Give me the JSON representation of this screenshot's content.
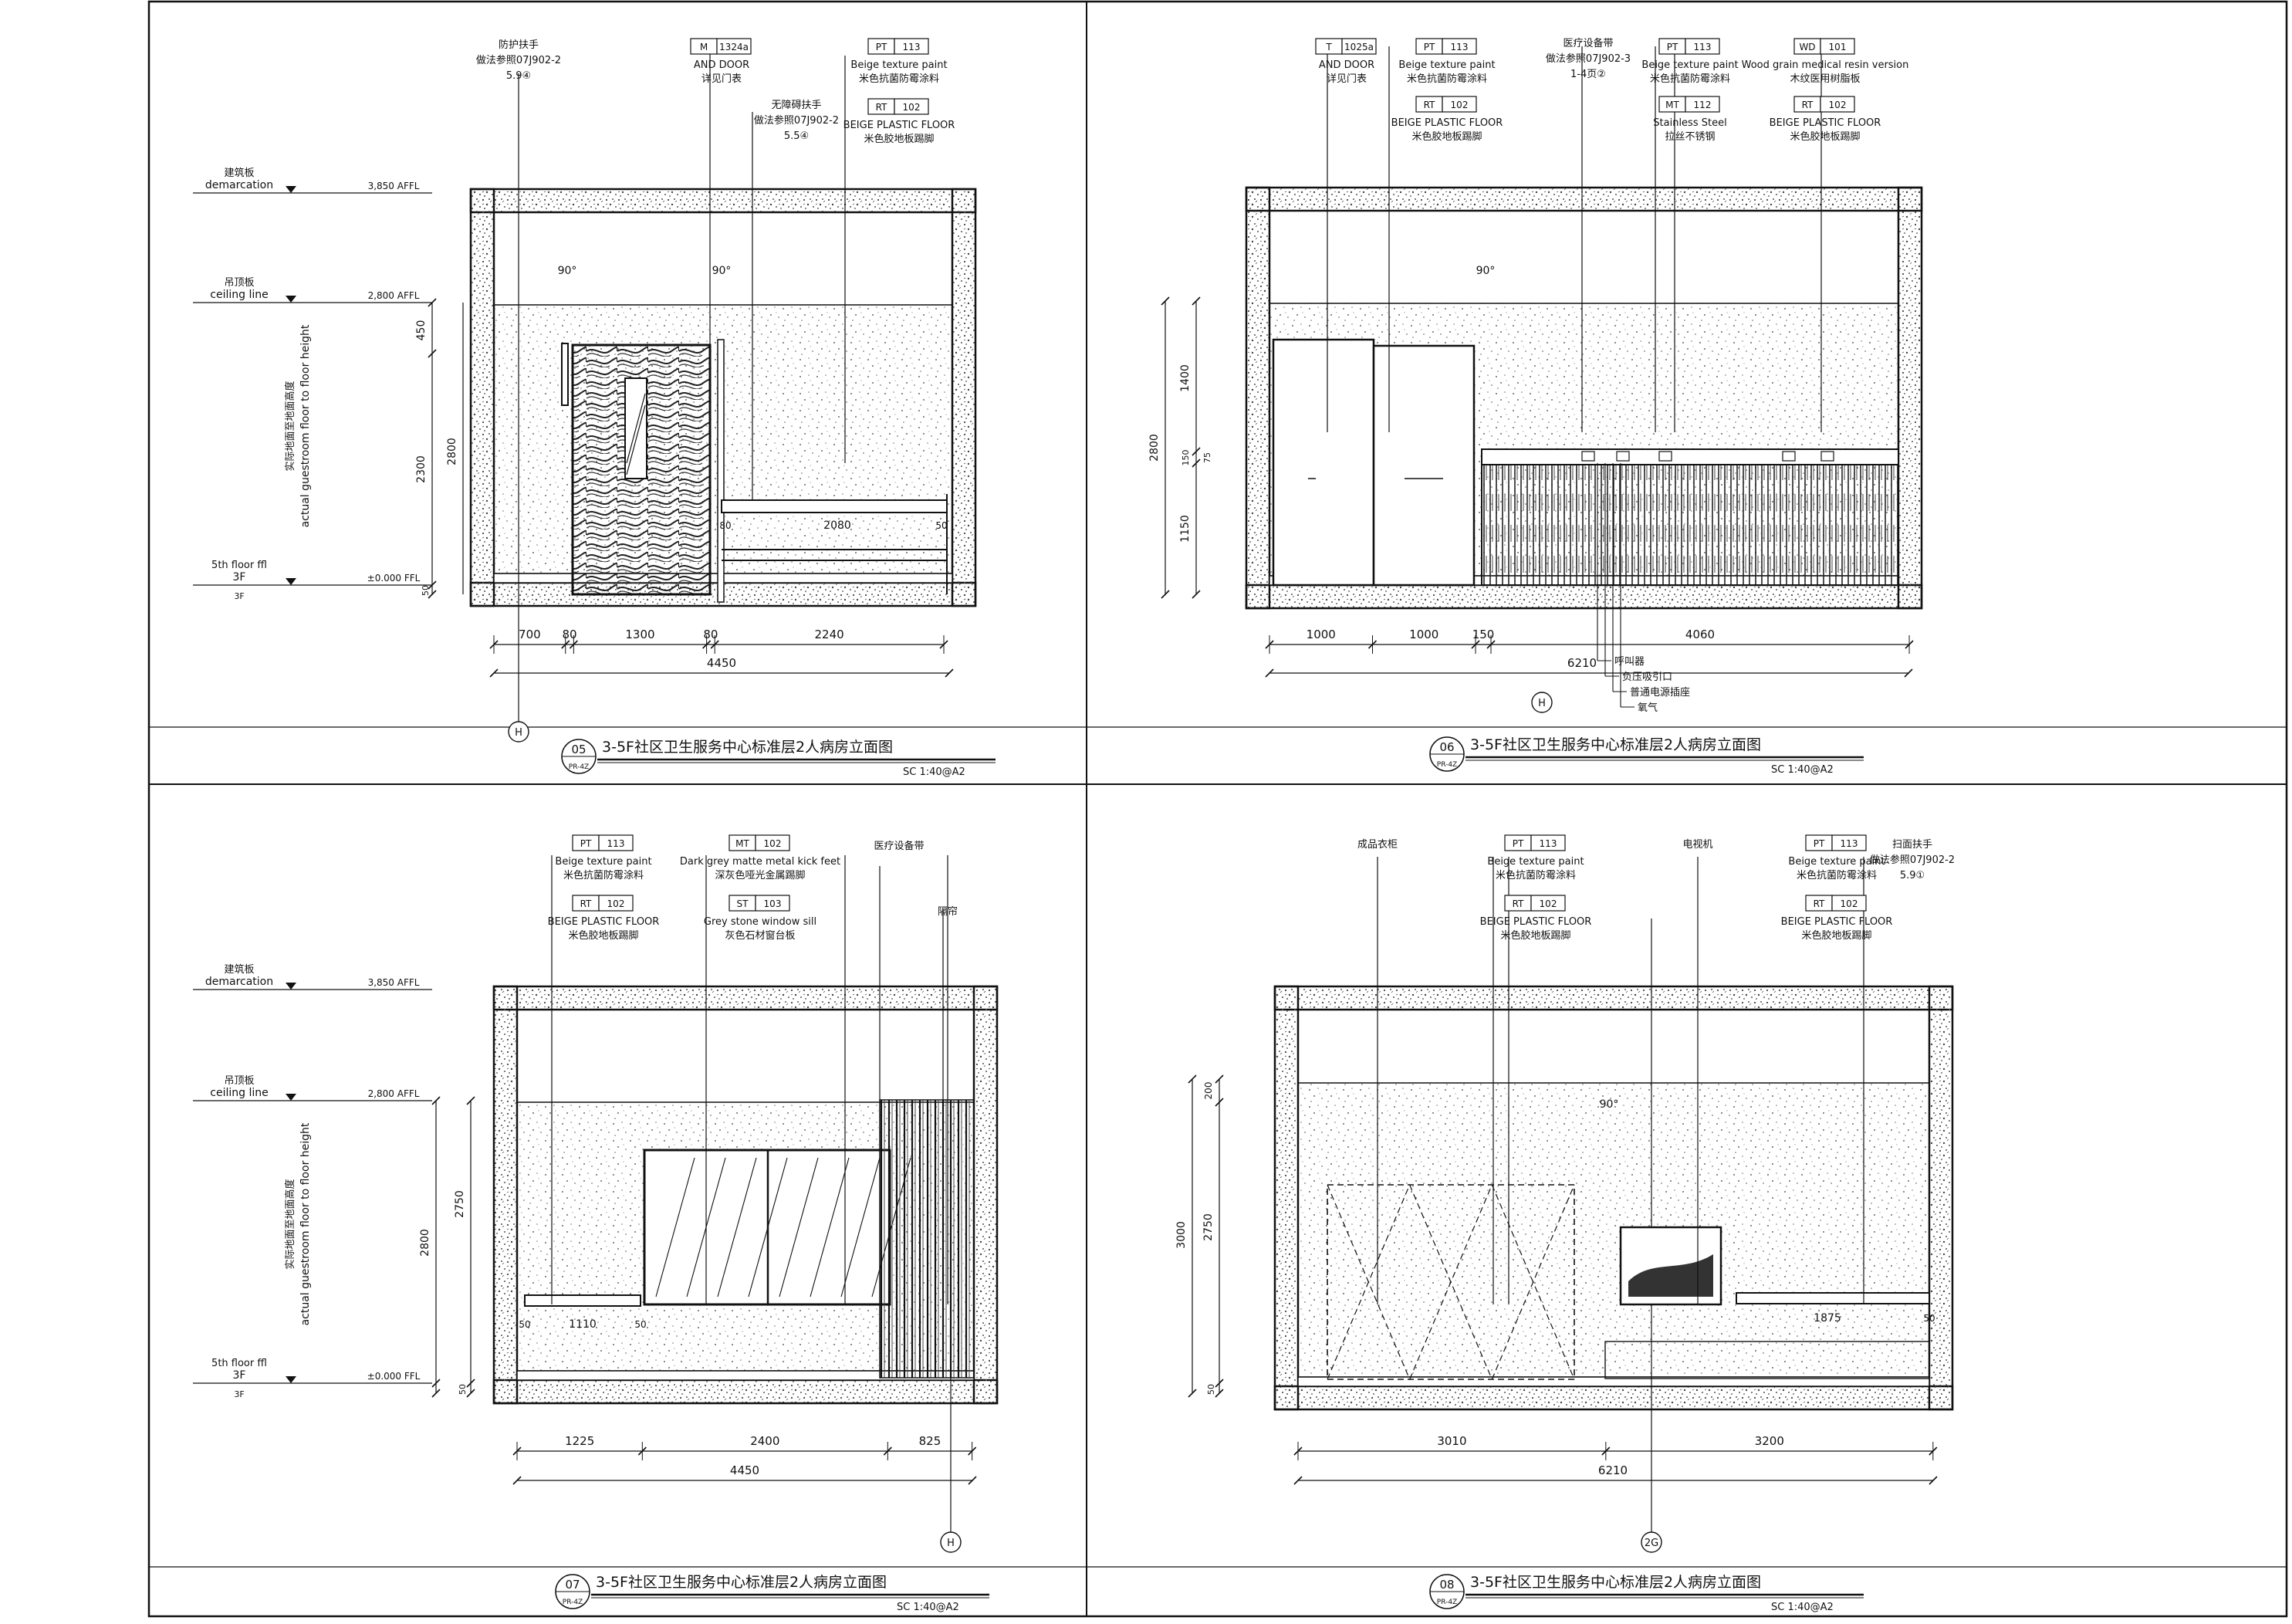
{
  "panels": [
    {
      "number": "05",
      "sheet_ref": "PR-4Z",
      "title": "3-5F社区卫生服务中心标准层2人病房立面图",
      "scale": "SC  1:40@A2",
      "tags": [
        {
          "code": "PT",
          "num": "113",
          "lines": [
            "Beige texture paint",
            "米色抗菌防霉涂料"
          ]
        },
        {
          "code": "RT",
          "num": "102",
          "lines": [
            "BEIGE PLASTIC FLOOR",
            "米色胶地板踢脚"
          ]
        },
        {
          "code": "M",
          "num": "1324a",
          "lines": [
            "AND DOOR",
            "详见门表"
          ]
        }
      ],
      "notes": [
        {
          "text": [
            "防护扶手",
            "做法参照07J902-2",
            "5.9④"
          ]
        },
        {
          "text": [
            "无障碍扶手",
            "做法参照07J902-2",
            "5.5④"
          ]
        }
      ],
      "levels": [
        {
          "label": "建筑板",
          "sub": "demarcation",
          "value": "3,850 AFFL"
        },
        {
          "label": "吊顶板",
          "sub": "ceiling line",
          "value": "2,800 AFFL"
        },
        {
          "label": "5th floor ffl",
          "sub": "3F",
          "value": "±0.000 FFL"
        }
      ],
      "height_note": [
        "实际地面至地面高度",
        "actual guestroom floor to floor height"
      ],
      "vdims": [
        "450",
        "2300",
        "2800",
        "50"
      ],
      "hdims": [
        "700",
        "80",
        "1300",
        "80",
        "2240"
      ],
      "total": "4450",
      "inner_dims": [
        "2080",
        "80",
        "50"
      ],
      "angles": [
        "90°",
        "90°"
      ],
      "grid": "H"
    },
    {
      "number": "06",
      "sheet_ref": "PR-4Z",
      "title": "3-5F社区卫生服务中心标准层2人病房立面图",
      "scale": "SC  1:40@A2",
      "tags": [
        {
          "code": "T",
          "num": "1025a",
          "lines": [
            "AND DOOR",
            "详见门表"
          ]
        },
        {
          "code": "PT",
          "num": "113",
          "lines": [
            "Beige texture paint",
            "米色抗菌防霉涂料"
          ]
        },
        {
          "code": "RT",
          "num": "102",
          "lines": [
            "BEIGE PLASTIC FLOOR",
            "米色胶地板踢脚"
          ]
        },
        {
          "code": "PT",
          "num": "113",
          "lines": [
            "Beige texture paint",
            "米色抗菌防霉涂料"
          ]
        },
        {
          "code": "MT",
          "num": "112",
          "lines": [
            "Stainless Steel",
            "拉丝不锈钢"
          ]
        },
        {
          "code": "WD",
          "num": "101",
          "lines": [
            "Wood grain medical resin version",
            "木纹医用树脂板"
          ]
        },
        {
          "code": "RT",
          "num": "102",
          "lines": [
            "BEIGE PLASTIC FLOOR",
            "米色胶地板踢脚"
          ]
        }
      ],
      "notes": [
        {
          "text": [
            "医疗设备带",
            "做法参照07J902-3",
            "1-4页②"
          ]
        }
      ],
      "vdims": [
        "1400",
        "2800",
        "150",
        "1150",
        "75"
      ],
      "hdims": [
        "1000",
        "1000",
        "150",
        "4060"
      ],
      "total": "6210",
      "leaders": [
        "呼叫器",
        "负压吸引口",
        "普通电源插座",
        "氧气"
      ],
      "angles": [
        "90°"
      ],
      "grid": "H"
    },
    {
      "number": "07",
      "sheet_ref": "PR-4Z",
      "title": "3-5F社区卫生服务中心标准层2人病房立面图",
      "scale": "SC  1:40@A2",
      "tags": [
        {
          "code": "PT",
          "num": "113",
          "lines": [
            "Beige texture paint",
            "米色抗菌防霉涂料"
          ]
        },
        {
          "code": "RT",
          "num": "102",
          "lines": [
            "BEIGE PLASTIC FLOOR",
            "米色胶地板踢脚"
          ]
        },
        {
          "code": "MT",
          "num": "102",
          "lines": [
            "Dark grey matte metal kick feet",
            "深灰色哑光金属踢脚"
          ]
        },
        {
          "code": "ST",
          "num": "103",
          "lines": [
            "Grey stone window sill",
            "灰色石材窗台板"
          ]
        }
      ],
      "notes": [
        {
          "text": [
            "医疗设备带"
          ]
        },
        {
          "text": [
            "隔帘"
          ]
        }
      ],
      "levels": [
        {
          "label": "建筑板",
          "sub": "demarcation",
          "value": "3,850 AFFL"
        },
        {
          "label": "吊顶板",
          "sub": "ceiling line",
          "value": "2,800 AFFL"
        },
        {
          "label": "5th floor ffl",
          "sub": "3F",
          "value": "±0.000 FFL"
        }
      ],
      "height_note": [
        "实际地面至地面高度",
        "actual guestroom floor to floor height"
      ],
      "vdims": [
        "2750",
        "2800",
        "50"
      ],
      "hdims": [
        "1225",
        "2400",
        "825"
      ],
      "total": "4450",
      "inner_dims": [
        "50",
        "1110",
        "50"
      ],
      "grid": "H"
    },
    {
      "number": "08",
      "sheet_ref": "PR-4Z",
      "title": "3-5F社区卫生服务中心标准层2人病房立面图",
      "scale": "SC  1:40@A2",
      "tags": [
        {
          "code": "PT",
          "num": "113",
          "lines": [
            "Beige texture paint",
            "米色抗菌防霉涂料"
          ]
        },
        {
          "code": "RT",
          "num": "102",
          "lines": [
            "BEIGE PLASTIC FLOOR",
            "米色胶地板踢脚"
          ]
        },
        {
          "code": "PT",
          "num": "113",
          "lines": [
            "Beige texture paint",
            "米色抗菌防霉涂料"
          ]
        },
        {
          "code": "RT",
          "num": "102",
          "lines": [
            "BEIGE PLASTIC FLOOR",
            "米色胶地板踢脚"
          ]
        }
      ],
      "notes": [
        {
          "text": [
            "成品衣柜"
          ]
        },
        {
          "text": [
            "电视机"
          ]
        },
        {
          "text": [
            "扫面扶手",
            "做法参照07J902-2",
            "5.9①"
          ]
        }
      ],
      "vdims": [
        "200",
        "2750",
        "3000",
        "50"
      ],
      "hdims": [
        "3010",
        "3200"
      ],
      "total": "6210",
      "inner_dims": [
        "1875",
        "50"
      ],
      "angles": [
        "90°"
      ],
      "grid": "2G"
    }
  ]
}
